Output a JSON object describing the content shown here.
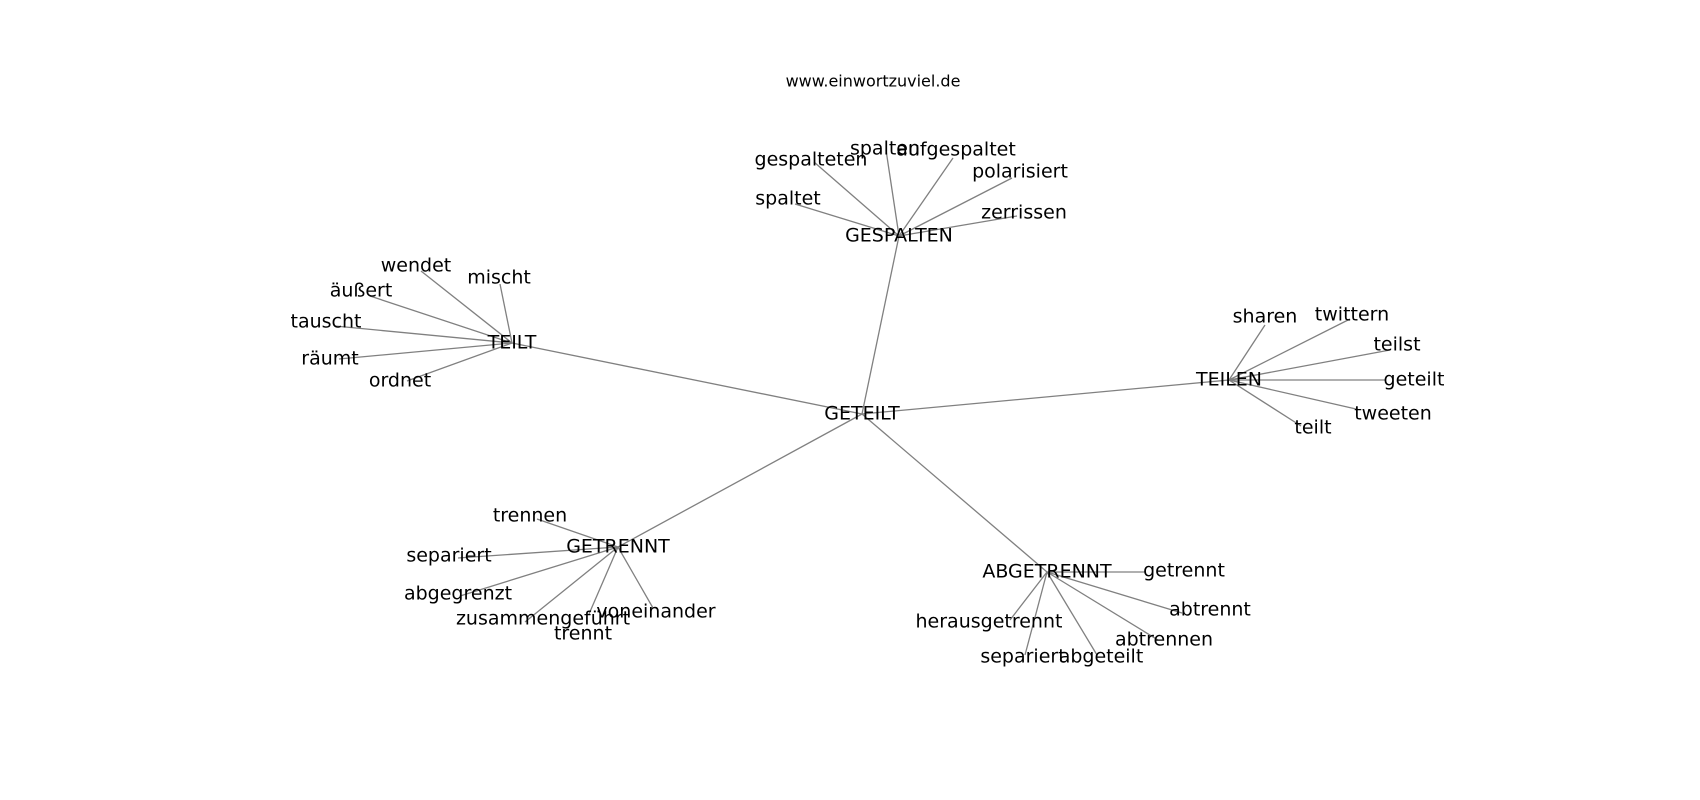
{
  "source_text": "www.einwortzuviel.de",
  "colors": {
    "edge": "#808080",
    "text": "#000000",
    "background": "#ffffff"
  },
  "graph": {
    "center": "GETEILT",
    "hubs": [
      {
        "id": "GESPALTEN",
        "label": "GESPALTEN",
        "leaves": [
          "gespalteten",
          "spalten",
          "aufgespaltet",
          "polarisiert",
          "spaltet",
          "zerrissen"
        ]
      },
      {
        "id": "TEILT",
        "label": "TEILT",
        "leaves": [
          "wendet",
          "mischt",
          "äußert",
          "tauscht",
          "räumt",
          "ordnet"
        ]
      },
      {
        "id": "TEILEN",
        "label": "TEILEN",
        "leaves": [
          "sharen",
          "twittern",
          "teilst",
          "geteilt",
          "tweeten",
          "teilt"
        ]
      },
      {
        "id": "GETRENNT",
        "label": "GETRENNT",
        "leaves": [
          "trennen",
          "separiert",
          "abgegrenzt",
          "zusammengeführt",
          "trennt",
          "voneinander"
        ]
      },
      {
        "id": "ABGETRENNT",
        "label": "ABGETRENNT",
        "leaves": [
          "getrennt",
          "abtrennt",
          "herausgetrennt",
          "abtrennen",
          "separiert",
          "abgeteilt"
        ]
      }
    ]
  }
}
